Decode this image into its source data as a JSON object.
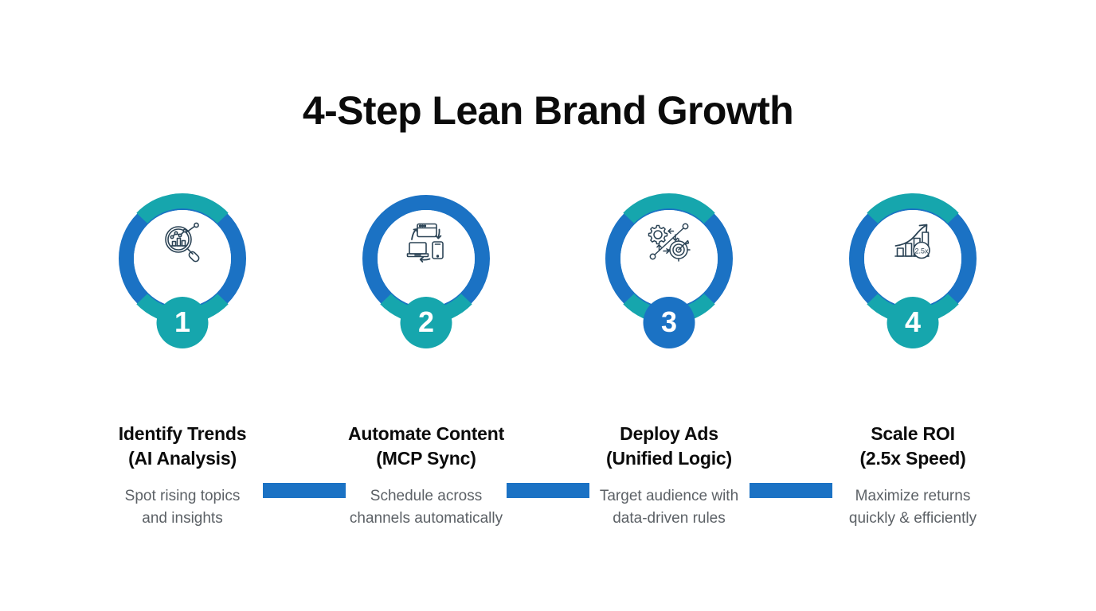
{
  "header": {
    "title": "4-Step Lean Brand Growth"
  },
  "colors": {
    "teal": "#16a6ad",
    "blue": "#1b72c4",
    "icon_stroke": "#2b4355",
    "heading": "#0b0b0b",
    "description": "#5c6166",
    "background": "#ffffff",
    "badge_text": "#ffffff"
  },
  "steps": [
    {
      "number": "1",
      "heading": "Identify Trends\n(AI Analysis)",
      "description": "Spot rising topics\nand insights",
      "icon": "magnifier-bar-chart-icon",
      "badge_color": "#16a6ad",
      "ring": [
        "teal",
        "blue",
        "teal",
        "blue"
      ]
    },
    {
      "number": "2",
      "heading": "Automate Content\n(MCP Sync)",
      "description": "Schedule across\nchannels automatically",
      "icon": "multi-device-sync-icon",
      "badge_color": "#16a6ad",
      "ring": [
        "blue",
        "blue",
        "teal",
        "blue"
      ]
    },
    {
      "number": "3",
      "heading": "Deploy Ads\n(Unified Logic)",
      "description": "Target audience with\ndata-driven rules",
      "icon": "gear-target-strategy-icon",
      "badge_color": "#1b72c4",
      "ring": [
        "teal",
        "blue",
        "teal",
        "blue"
      ]
    },
    {
      "number": "4",
      "heading": "Scale ROI\n(2.5x Speed)",
      "description": "Maximize returns\nquickly & efficiently",
      "icon": "growth-bar-chart-icon",
      "badge_label": "2.5x",
      "badge_color": "#16a6ad",
      "ring": [
        "teal",
        "blue",
        "teal",
        "blue"
      ]
    }
  ],
  "connectors": [
    {
      "from": "1",
      "to": "2"
    },
    {
      "from": "2",
      "to": "3"
    },
    {
      "from": "3",
      "to": "4"
    }
  ]
}
